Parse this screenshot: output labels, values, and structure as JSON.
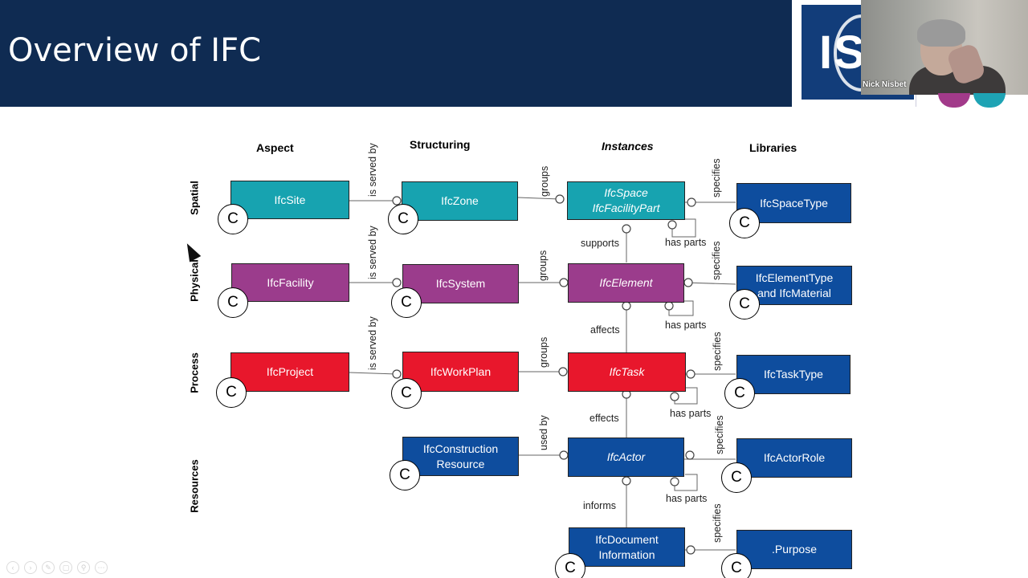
{
  "slide": {
    "title": "Overview of IFC"
  },
  "video": {
    "speaker_name": "Nick Nisbet",
    "logo_text": "IS"
  },
  "columns": [
    "Aspect",
    "Structuring",
    "Instances",
    "Libraries"
  ],
  "rows": [
    "Spatial",
    "Physical",
    "Process",
    "Resources"
  ],
  "boxes": {
    "ifcsite": "IfcSite",
    "ifczone": "IfcZone",
    "ifcspace": "IfcSpace\nIfcFacilityPart",
    "ifcspacetype": "IfcSpaceType",
    "ifcfacility": "IfcFacility",
    "ifcsystem": "IfcSystem",
    "ifcelement": "IfcElement",
    "ifcelementtype": "IfcElementType\nand IfcMaterial",
    "ifcproject": "IfcProject",
    "ifcworkplan": "IfcWorkPlan",
    "ifctask": "IfcTask",
    "ifctasktype": "IfcTaskType",
    "ifcconstruction": "IfcConstruction\nResource",
    "ifcactor": "IfcActor",
    "ifcactorrole": "IfcActorRole",
    "ifcdocument": "IfcDocument\nInformation",
    "purpose": ".Purpose"
  },
  "badge_letter": "C",
  "relations": {
    "is_served_by": "is served by",
    "groups": "groups",
    "specifies": "specifies",
    "supports": "supports",
    "has_parts": "has parts",
    "affects": "affects",
    "effects": "effects",
    "used_by": "used by",
    "informs": "informs"
  },
  "colors": {
    "header": "#0f2b52",
    "spatial": "#17a3b0",
    "physical": "#9b3c8c",
    "process": "#e8172c",
    "resource": "#0e4d9e"
  }
}
